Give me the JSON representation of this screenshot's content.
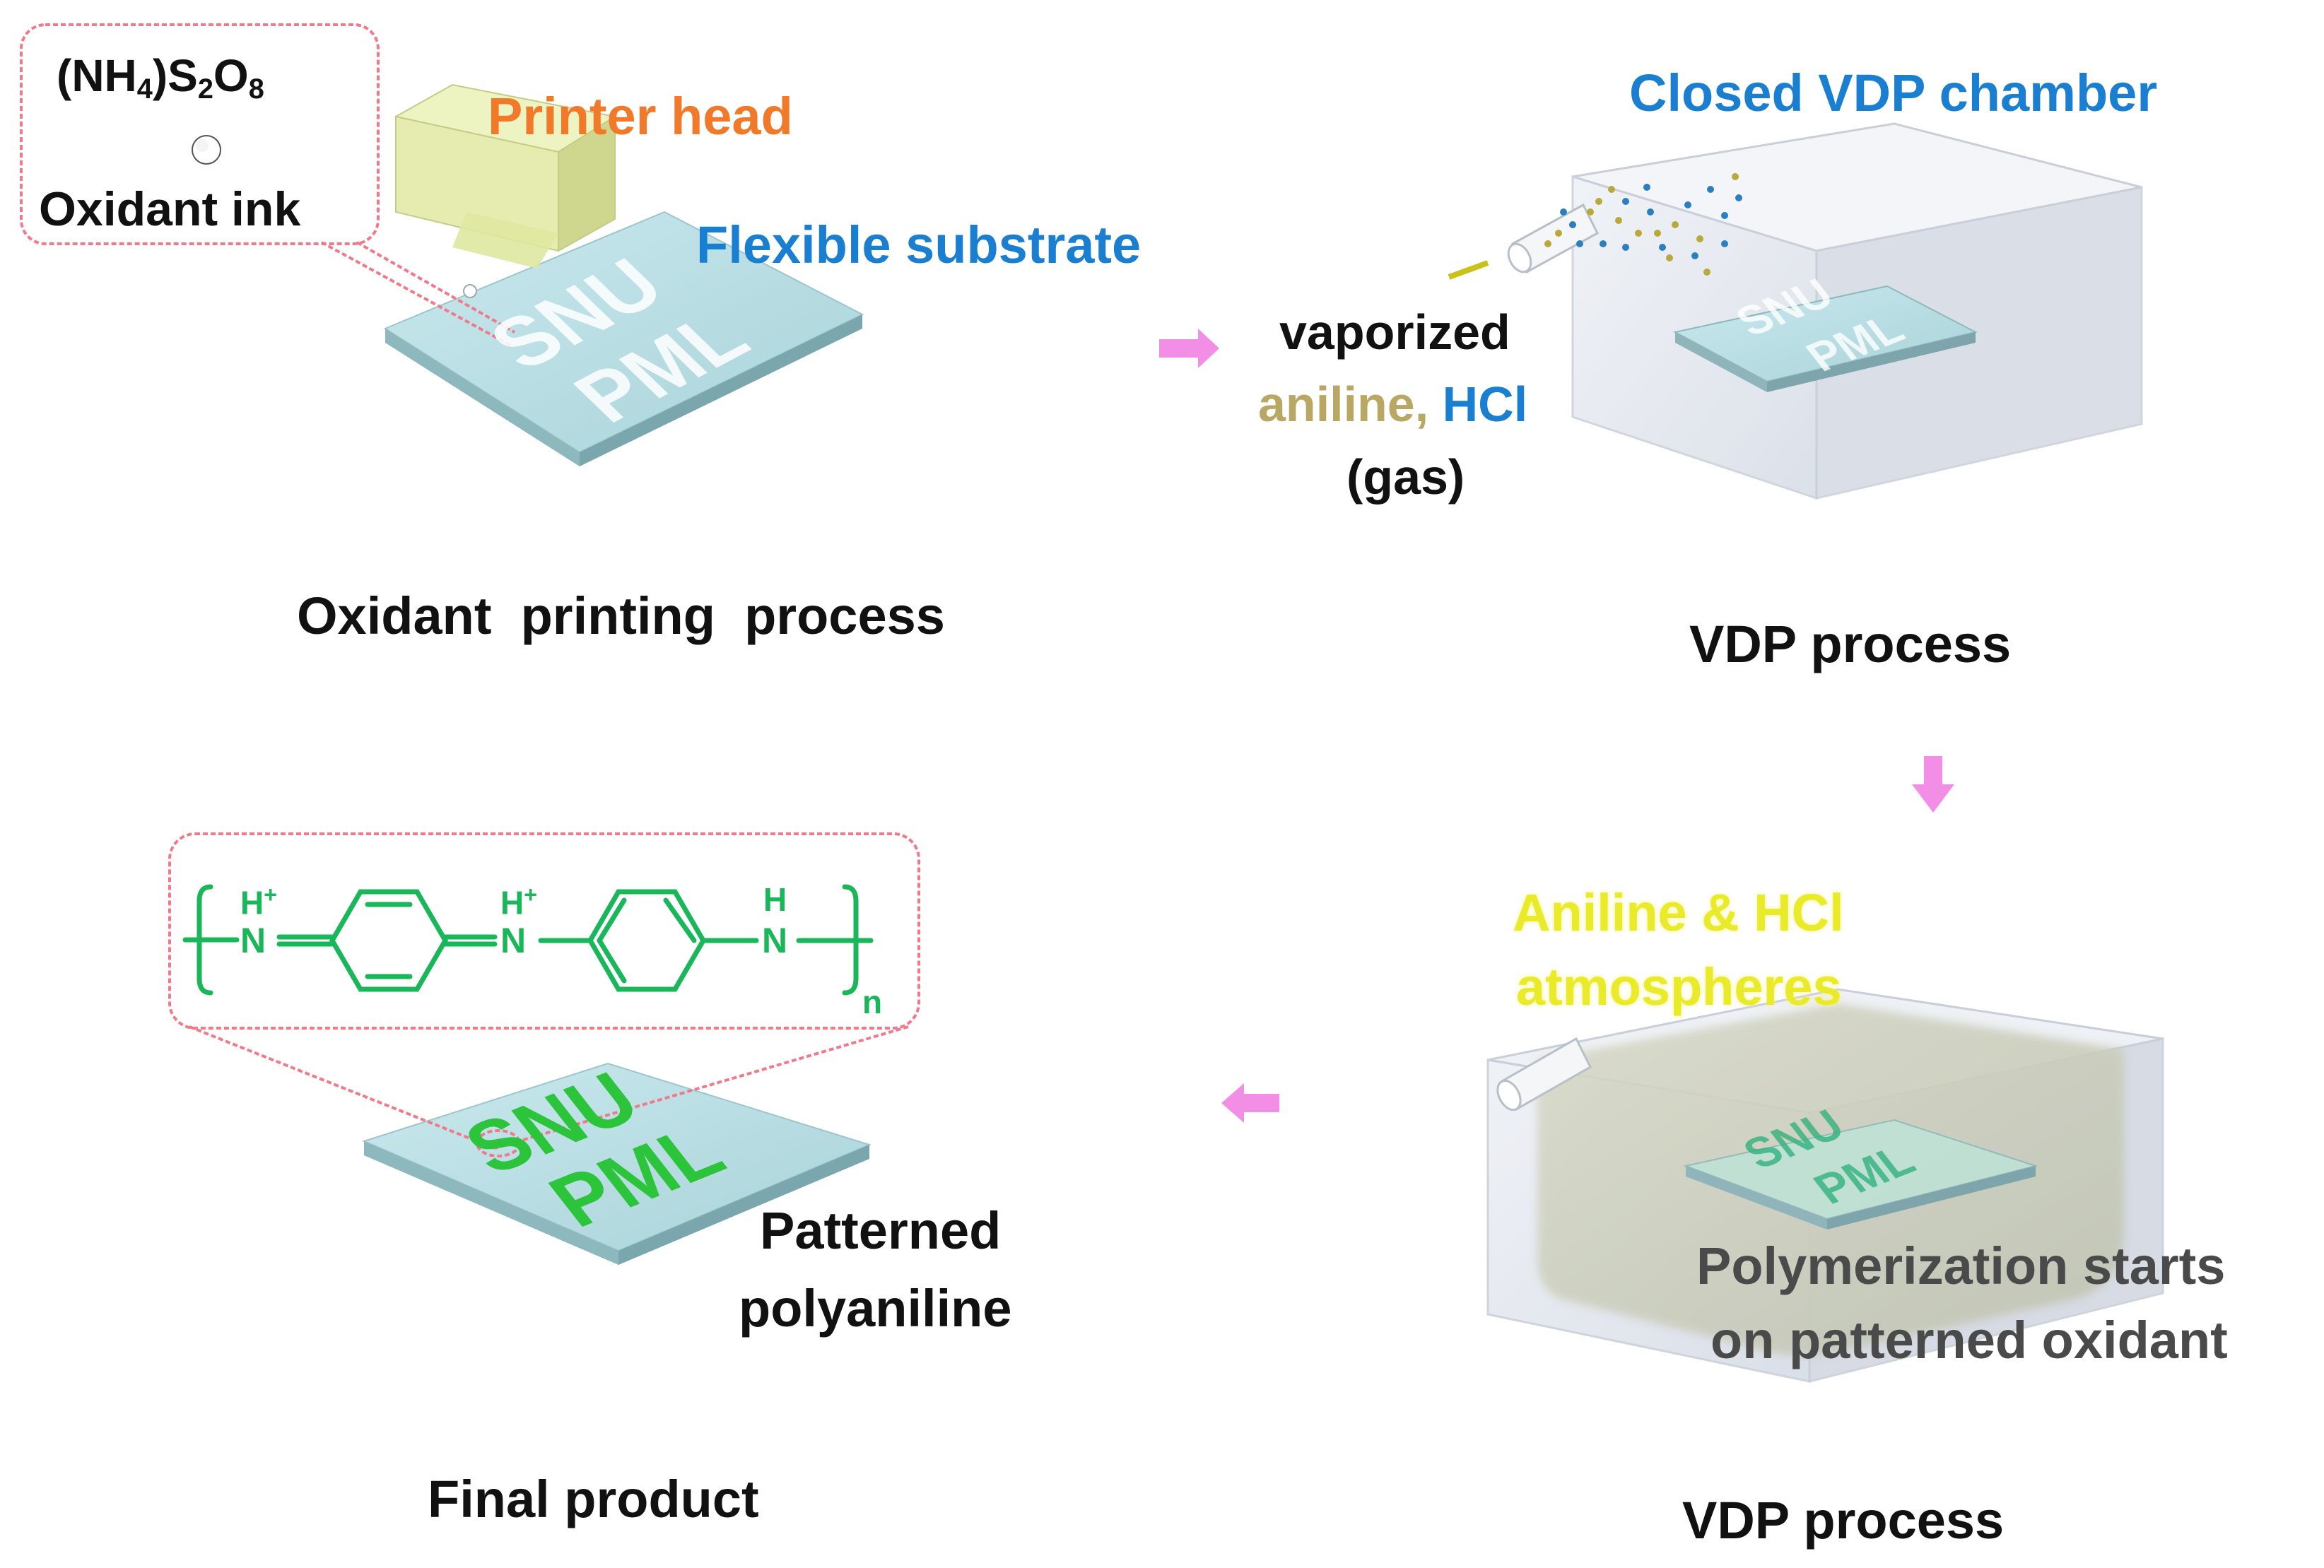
{
  "panel1": {
    "callout_formula": "(NH4)S2O8",
    "callout_ink": "Oxidant ink",
    "printer_head": "Printer head",
    "substrate": "Flexible substrate",
    "pattern_line1": "SNU",
    "pattern_line2": "PML",
    "caption": "Oxidant  printing  process"
  },
  "panel2": {
    "chamber": "Closed VDP chamber",
    "vapor_line1": "vaporized",
    "vapor_aniline": "aniline,",
    "vapor_hcl": "HCl",
    "vapor_gas": "(gas)",
    "pattern_line1": "SNU",
    "pattern_line2": "PML",
    "caption": "VDP process"
  },
  "panel3": {
    "atmosphere_line1": "Aniline & HCl",
    "atmosphere_line2": "atmospheres",
    "polymer_line1": "Polymerization starts",
    "polymer_line2": "on patterned oxidant",
    "pattern_line1": "SNU",
    "pattern_line2": "PML",
    "caption": "VDP process"
  },
  "panel4": {
    "structure_h1": "H+",
    "structure_n1": "N",
    "structure_h2": "H+",
    "structure_n2": "N",
    "structure_h3": "H",
    "structure_n3": "N",
    "structure_n": "n",
    "product_line1": "Patterned",
    "product_line2": "polyaniline",
    "pattern_line1": "SNU",
    "pattern_line2": "PML",
    "caption": "Final product"
  },
  "colors": {
    "arrow": "#f28ee6",
    "callout_border": "#f07a8a",
    "substrate": "#b9dde2",
    "polymer_green": "#1ab75a",
    "chamber": "#dfe5ee",
    "printer_head": "#dfe8a8"
  }
}
